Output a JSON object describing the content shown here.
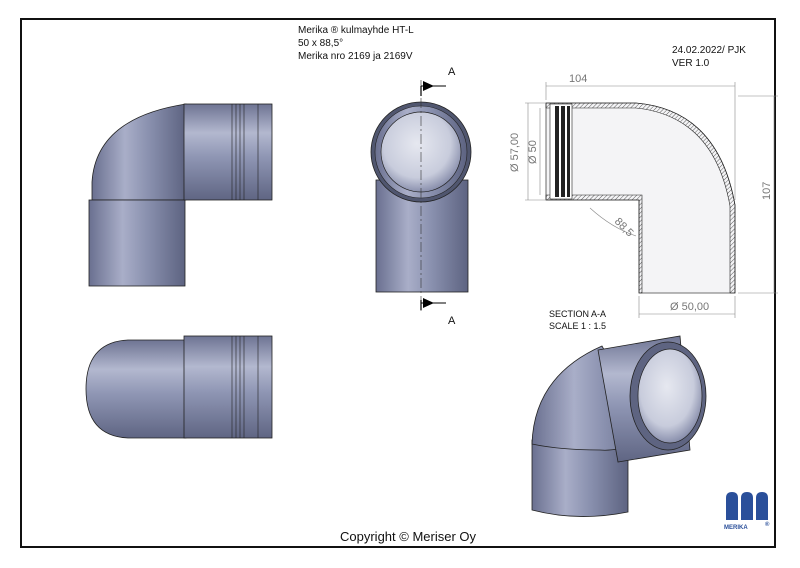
{
  "title_block": {
    "line1": "Merika ® kulmayhde HT-L",
    "line2": "50 x 88,5°",
    "line3": "Merika nro  2169 ja 2169V"
  },
  "revision": {
    "date": "24.02.2022/ PJK",
    "version": "VER 1.0"
  },
  "section_view": {
    "label": "SECTION A-A",
    "scale": "SCALE 1 : 1.5",
    "cut_marker_top": "A",
    "cut_marker_bottom": "A"
  },
  "dimensions": {
    "length": "104",
    "outer_diameter": "Ø 57,00",
    "inner_diameter": "Ø 50",
    "height": "107",
    "angle": "88,5",
    "spigot_diameter": "Ø 50,00"
  },
  "logo": {
    "text": "MERIKA",
    "mark": "®"
  },
  "footer": {
    "copyright": "Copyright © Meriser Oy"
  },
  "colors": {
    "pipe": "#8d94b2",
    "pipe_light": "#b8bdd3",
    "pipe_dark": "#5e6481",
    "logo": "#2a4f9a",
    "dim_line": "#888888"
  }
}
